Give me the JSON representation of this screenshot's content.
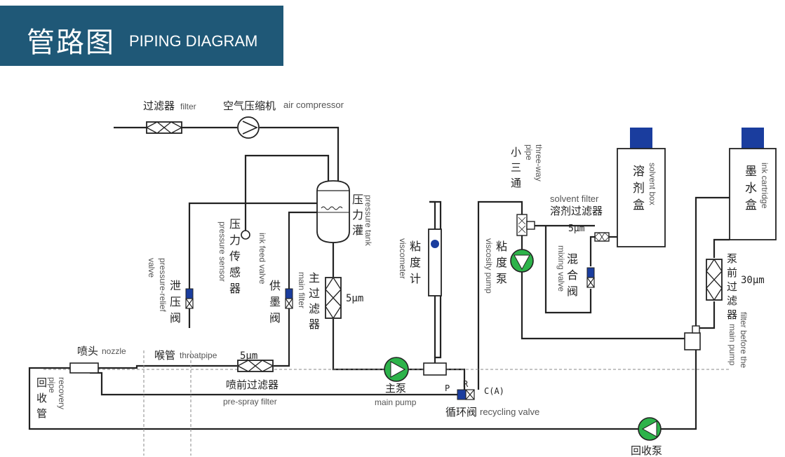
{
  "title": {
    "zh": "管路图",
    "en": "PIPING DIAGRAM"
  },
  "colors": {
    "banner": "#1f5877",
    "pump_green": "#2db34a",
    "cap_blue": "#1a3d9e"
  },
  "labels": {
    "filter_zh": "过滤器",
    "filter_en": "filter",
    "air_compressor_zh": "空气压缩机",
    "air_compressor_en": "air compressor",
    "pressure_tank_zh": [
      "压",
      "力",
      "灌"
    ],
    "pressure_tank_en": "pressure tank",
    "pressure_sensor_zh": [
      "压",
      "力",
      "传",
      "感",
      "器"
    ],
    "pressure_sensor_en": "pressure sensor",
    "relief_valve_zh": [
      "泄",
      "压",
      "阀"
    ],
    "relief_valve_en": [
      "pressure-relief",
      "valve"
    ],
    "ink_feed_valve_zh": [
      "供",
      "墨",
      "阀"
    ],
    "ink_feed_valve_en": "ink feed valve",
    "main_filter_zh": [
      "主",
      "过",
      "滤",
      "器"
    ],
    "main_filter_en": "main filter",
    "main_filter_rating": "5μm",
    "viscometer_zh": [
      "粘",
      "度",
      "计"
    ],
    "viscometer_en": "viscometer",
    "three_way_zh": [
      "小",
      "三",
      "通"
    ],
    "three_way_en": [
      "three-way",
      "pipe"
    ],
    "viscosity_pump_zh": [
      "粘",
      "度",
      "泵"
    ],
    "viscosity_pump_en": "viscosity pump",
    "solvent_filter_en": "solvent filter",
    "solvent_filter_zh": "溶剂过滤器",
    "solvent_filter_rating": "5μm",
    "mixing_valve_zh": [
      "混",
      "合",
      "阀"
    ],
    "mixing_valve_en": "mixing valve",
    "solvent_box_zh": [
      "溶",
      "剂",
      "盒"
    ],
    "solvent_box_en": "solvent box",
    "ink_cartridge_zh": [
      "墨",
      "水",
      "盒"
    ],
    "ink_cartridge_en": "ink cartridge",
    "pump_prefilter_zh": [
      "泵",
      "前",
      "过",
      "滤",
      "器"
    ],
    "pump_prefilter_en": [
      "filter before the",
      "main pump"
    ],
    "pump_prefilter_rating": "30μm",
    "nozzle_zh": "喷头",
    "nozzle_en": "nozzle",
    "throatpipe_zh": "喉管",
    "throatpipe_en": "throatpipe",
    "prespray_rating": "5μm",
    "prespray_zh": "喷前过滤器",
    "prespray_en": "pre-spray filter",
    "recovery_zh": [
      "回",
      "收",
      "管"
    ],
    "recovery_en": [
      "recovery",
      "pipe"
    ],
    "main_pump_zh": "主泵",
    "main_pump_en": "main pump",
    "recycling_valve_zh": "循环阀",
    "recycling_valve_en": "recycling valve",
    "port_p": "P",
    "port_r": "R",
    "port_c": "C(A)",
    "recovery_pump_zh": "回收泵"
  }
}
